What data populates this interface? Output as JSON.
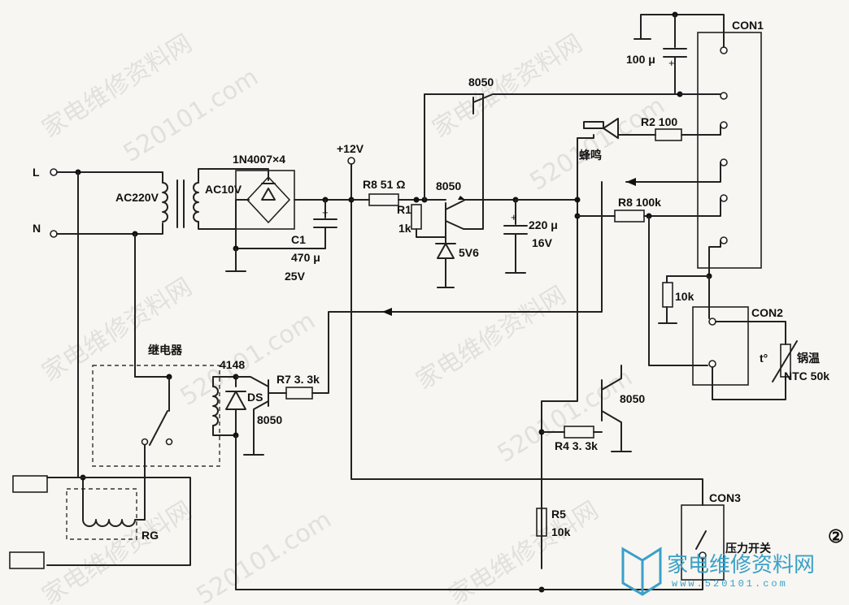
{
  "watermarks": {
    "site_cn": "家电维修资料网",
    "site_url": "520101.com"
  },
  "labels": {
    "L": "L",
    "N": "N",
    "ac220": "AC220V",
    "ac10": "AC10V",
    "bridge": "1N4007×4",
    "c1": "C1",
    "c1_val1": "470 μ",
    "c1_val2": "25V",
    "plus12": "+12V",
    "r8a": "R8  51 Ω",
    "r1": "R1",
    "r1_val": "1k",
    "q_reg": "8050",
    "zener": "5V6",
    "c_220": "220 μ",
    "c_220v": "16V",
    "q_top": "8050",
    "c_100": "100 μ",
    "con1": "CON1",
    "buzzer": "蜂鸣",
    "r2": "R2  100",
    "r8b": "R8  100k",
    "r10k": "10k",
    "con2": "CON2",
    "ntc_t": "t°",
    "ntc_name": "锅温",
    "ntc_val": "NTC 50k",
    "relay": "继电器",
    "d4148": "4148",
    "ds": "DS",
    "r7": "R7  3. 3k",
    "q_relay": "8050",
    "q_press": "8050",
    "r4": "R4  3. 3k",
    "r5": "R5",
    "r5_val": "10k",
    "con3": "CON3",
    "press": "压力开关",
    "rg": "RG",
    "fig_no": "②"
  },
  "logo": {
    "text": "家电维修资料网",
    "url": "www.520101.com"
  },
  "colors": {
    "ink": "#222222",
    "paper": "#f7f6f2",
    "logo": "#3aa0c8"
  }
}
